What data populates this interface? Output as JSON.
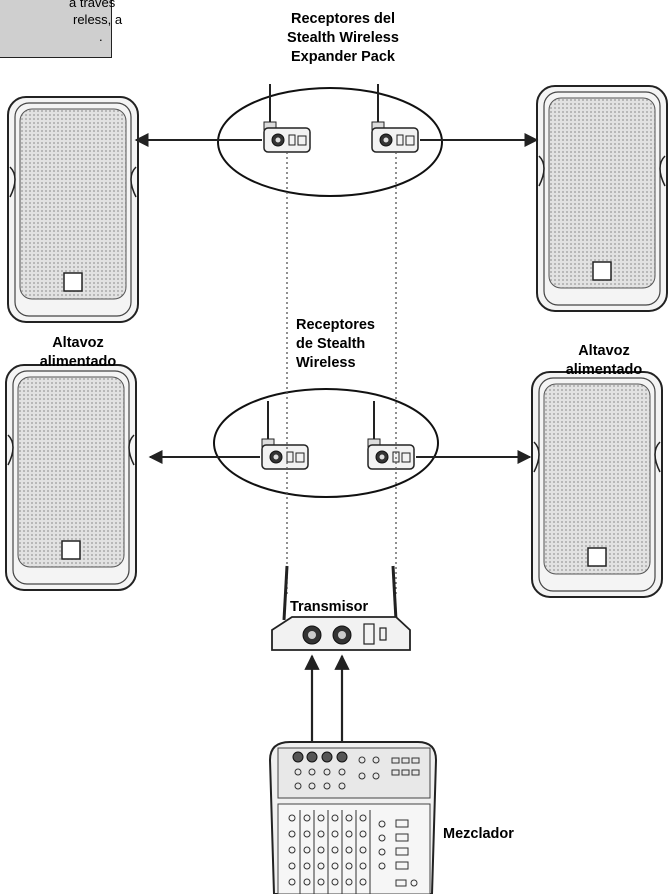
{
  "note": {
    "lines": [
      "a través",
      "reless, a",
      "."
    ]
  },
  "labels": {
    "expander": [
      "Receptores del",
      "Stealth Wireless",
      "Expander Pack"
    ],
    "receivers": [
      "Receptores",
      "de Stealth",
      "Wireless"
    ],
    "speaker_left": [
      "Altavoz",
      "alimentado"
    ],
    "speaker_right": [
      "Altavoz",
      "alimentado"
    ],
    "transmitter": "Transmisor",
    "mixer": "Mezclador"
  }
}
